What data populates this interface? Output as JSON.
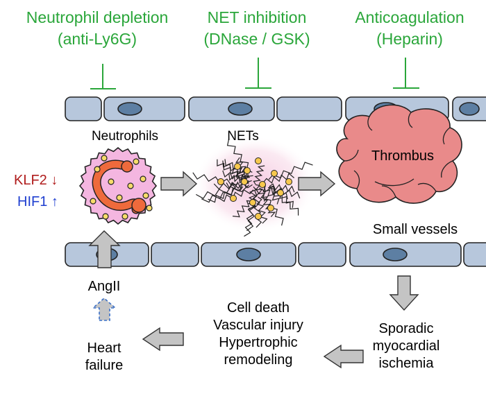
{
  "inhibitors": [
    {
      "line1": "Neutrophil depletion",
      "line2": "(anti-Ly6G)"
    },
    {
      "line1": "NET inhibition",
      "line2": "(DNase / GSK)"
    },
    {
      "line1": "Anticoagulation",
      "line2": "(Heparin)"
    }
  ],
  "labels": {
    "neutrophils": "Neutrophils",
    "nets": "NETs",
    "thrombus": "Thrombus",
    "small_vessels": "Small vessels",
    "klf2": "KLF2",
    "klf2_arrow": "↓",
    "hif1": "HIF1",
    "hif1_arrow": "↑",
    "angii": "AngII"
  },
  "effects": [
    "Cell death",
    "Vascular injury",
    "Hypertrophic",
    "remodeling"
  ],
  "ischemia": [
    "Sporadic",
    "myocardial",
    "ischemia"
  ],
  "heart_failure": [
    "Heart",
    "failure"
  ],
  "colors": {
    "inhibitor_text": "#2aa63a",
    "klf2": "#b01c1c",
    "hif1": "#1f3fd0",
    "thrombus": "#e98a8a",
    "neutrophil": "#f4b6e0",
    "nucleus": "#ee6a3c",
    "granule": "#f7dc6a",
    "cell": "#b7c7dc",
    "cell_nucleus": "#5d7fa3",
    "arrow": "#c4c4c4"
  }
}
